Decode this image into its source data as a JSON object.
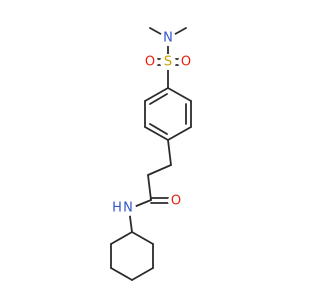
{
  "molecule": {
    "atoms": {
      "sulfur": "S",
      "sulfonyl_oxygen_left": "O",
      "sulfonyl_oxygen_right": "O",
      "dimethylamine_nitrogen": "N",
      "carbonyl_oxygen": "O",
      "amide_nitrogen": "N",
      "amide_hydrogen": "H"
    },
    "colors": {
      "bond": "#2b2b2b",
      "nitrogen": "#3355cc",
      "oxygen": "#e8200c",
      "sulfur": "#c8a000",
      "hydrogen": "#3355cc"
    }
  }
}
